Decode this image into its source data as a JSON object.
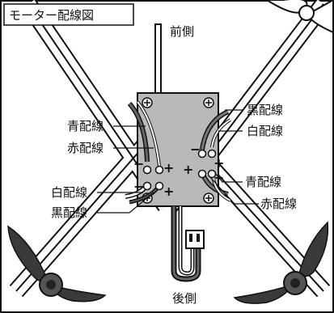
{
  "diagram": {
    "title": "モーター配線図",
    "front_label": "前側",
    "rear_label": "後側",
    "wires_left": {
      "blue": "青配線",
      "red": "赤配線",
      "white": "白配線",
      "black": "黒配線"
    },
    "wires_right": {
      "black": "黒配線",
      "white": "白配線",
      "blue": "青配線",
      "red": "赤配線"
    },
    "polarity": {
      "plus": "+",
      "minus": "−"
    }
  },
  "colors": {
    "board": "#b9b9b9",
    "frame": "#ffffff",
    "line": "#111111",
    "propeller": "#3a3a3a"
  }
}
